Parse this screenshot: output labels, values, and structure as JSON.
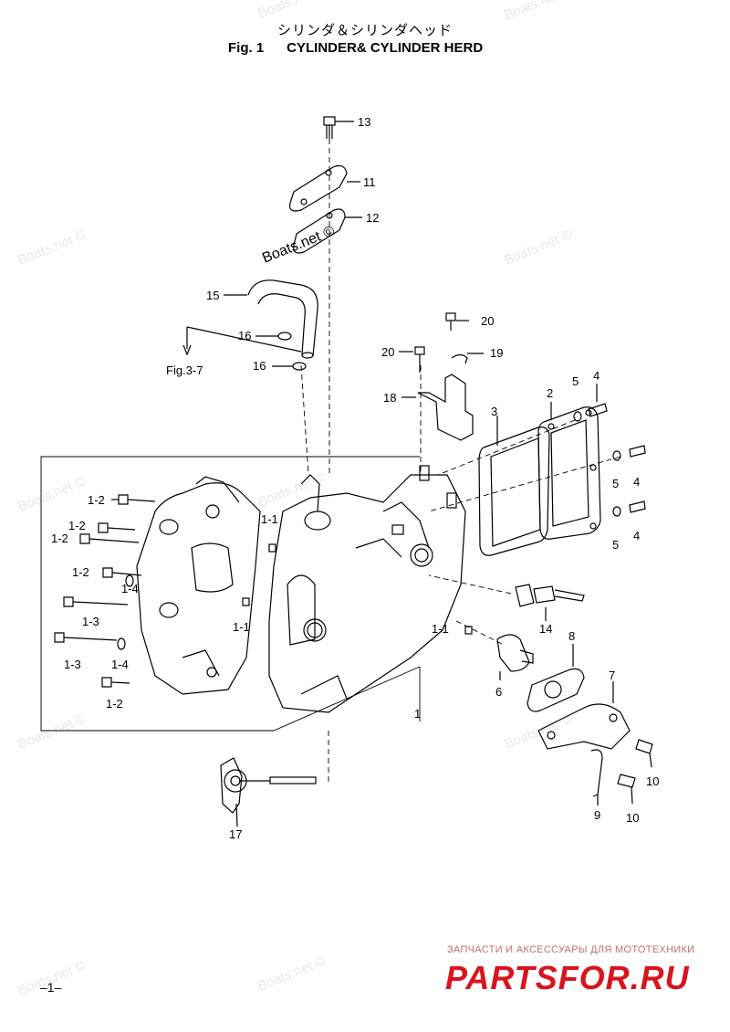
{
  "header": {
    "title_jp": "シリンダ＆シリンダヘッド",
    "fig_label": "Fig. 1",
    "title_en": "CYLINDER& CYLINDER HERD"
  },
  "watermark": {
    "text": "Boats.net ©"
  },
  "callouts": {
    "c13": "13",
    "c11": "11",
    "c12": "12",
    "c15": "15",
    "c16a": "16",
    "c16b": "16",
    "ref_fig37": "Fig.3-7",
    "c20a": "20",
    "c20b": "20",
    "c19": "19",
    "c18": "18",
    "c3": "3",
    "c2": "2",
    "c5a": "5",
    "c4a": "4",
    "c5b": "5",
    "c4b": "4",
    "c5c": "5",
    "c4c": "4",
    "c1_2a": "1-2",
    "c1_2b": "1-2",
    "c1_2c": "1-2",
    "c1_2d": "1-2",
    "c1_2e": "1-2",
    "c1_1a": "1-1",
    "c1_1b": "1-1",
    "c1_1c": "1-1",
    "c1_4a": "1-4",
    "c1_4b": "1-4",
    "c1_3a": "1-3",
    "c1_3b": "1-3",
    "c1": "1",
    "c14": "14",
    "c8": "8",
    "c7": "7",
    "c6": "6",
    "c10a": "10",
    "c10b": "10",
    "c9": "9",
    "c17": "17"
  },
  "footer": {
    "ru_text": "ЗАПЧАСТИ И АКСЕССУАРЫ ДЛЯ МОТОТЕХНИКИ",
    "brand": "PARTSFOR.RU",
    "page_number": "–1–"
  }
}
